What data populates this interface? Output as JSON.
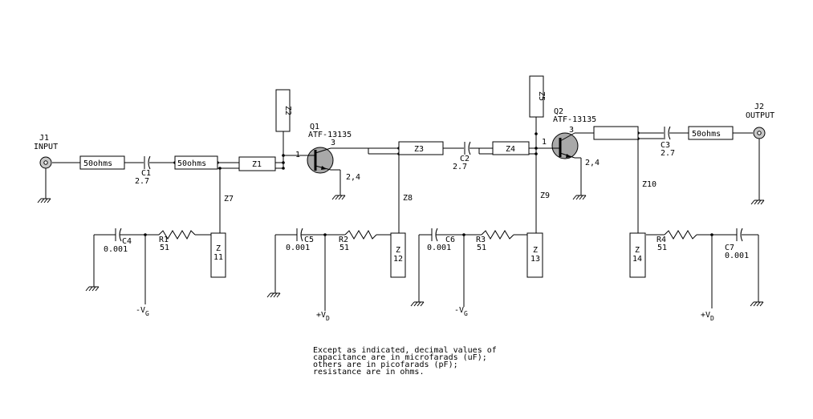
{
  "connectors": {
    "j1": {
      "ref": "J1",
      "name": "INPUT"
    },
    "j2": {
      "ref": "J2",
      "name": "OUTPUT"
    }
  },
  "lines": {
    "in_line": "50ohms",
    "mid_line": "50ohms",
    "out_line": "50ohms"
  },
  "transistors": {
    "q1": {
      "ref": "Q1",
      "part": "ATF-13135",
      "pin_gate": "1",
      "pin_drain": "3",
      "pin_source": "2,4"
    },
    "q2": {
      "ref": "Q2",
      "part": "ATF-13135",
      "pin_gate": "1",
      "pin_drain": "3",
      "pin_source": "2,4"
    }
  },
  "capacitors": {
    "c1": {
      "ref": "C1",
      "value": "2.7"
    },
    "c2": {
      "ref": "C2",
      "value": "2.7"
    },
    "c3": {
      "ref": "C3",
      "value": "2.7"
    },
    "c4": {
      "ref": "C4",
      "value": "0.001"
    },
    "c5": {
      "ref": "C5",
      "value": "0.001"
    },
    "c6": {
      "ref": "C6",
      "value": "0.001"
    },
    "c7": {
      "ref": "C7",
      "value": "0.001"
    }
  },
  "resistors": {
    "r1": {
      "ref": "R1",
      "value": "51"
    },
    "r2": {
      "ref": "R2",
      "value": "51"
    },
    "r3": {
      "ref": "R3",
      "value": "51"
    },
    "r4": {
      "ref": "R4",
      "value": "51"
    }
  },
  "microstrip": {
    "z1": "Z1",
    "z2": "Z2",
    "z3": "Z3",
    "z4": "Z4",
    "z5": "Z5",
    "z7": "Z7",
    "z8": "Z8",
    "z9": "Z9",
    "z10": "Z10",
    "z11_a": "Z",
    "z11_b": "11",
    "z12_a": "Z",
    "z12_b": "12",
    "z13_a": "Z",
    "z13_b": "13",
    "z14_a": "Z",
    "z14_b": "14"
  },
  "supplies": {
    "vg1": {
      "sign": "-V",
      "sub": "G"
    },
    "vd1": {
      "sign": "+V",
      "sub": "D"
    },
    "vg2": {
      "sign": "-V",
      "sub": "G"
    },
    "vd2": {
      "sign": "+V",
      "sub": "D"
    }
  },
  "note": [
    "Except as indicated, decimal values of",
    "capacitance are in microfarads (uF);",
    "others are in picofarads (pF);",
    "resistance are in ohms."
  ]
}
